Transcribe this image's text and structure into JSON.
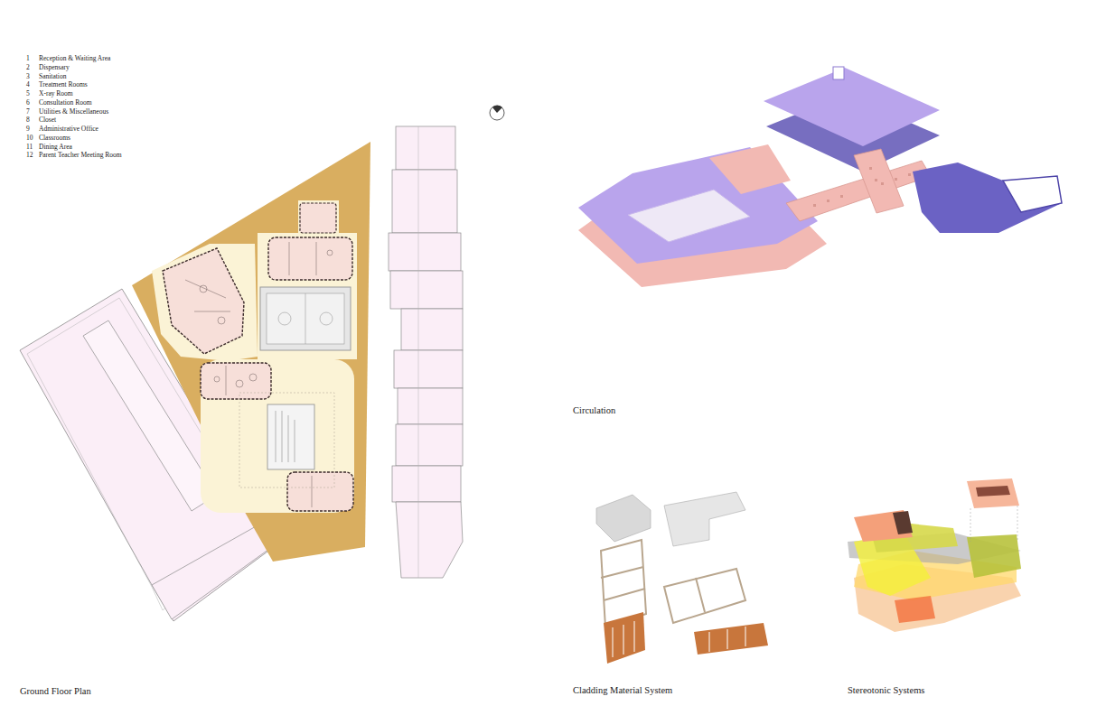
{
  "diagram": {
    "labels": [
      "1",
      "Reception & Waiting Area",
      "2",
      "Dispensary",
      "3",
      "Sanitation",
      "4",
      "Treatment Rooms",
      "5",
      "X-ray Room",
      "6",
      "Consultation Room",
      "7",
      "Utilities & Miscellaneous",
      "8",
      "Closet",
      "9",
      "Administrative Office",
      "10",
      "Classrooms",
      "11",
      "Dining Area",
      "12",
      "Parent Teacher Meeting Room",
      "Ground Floor Plan",
      "Circulation",
      "Cladding Material System",
      "Stereotonic Systems"
    ]
  }
}
